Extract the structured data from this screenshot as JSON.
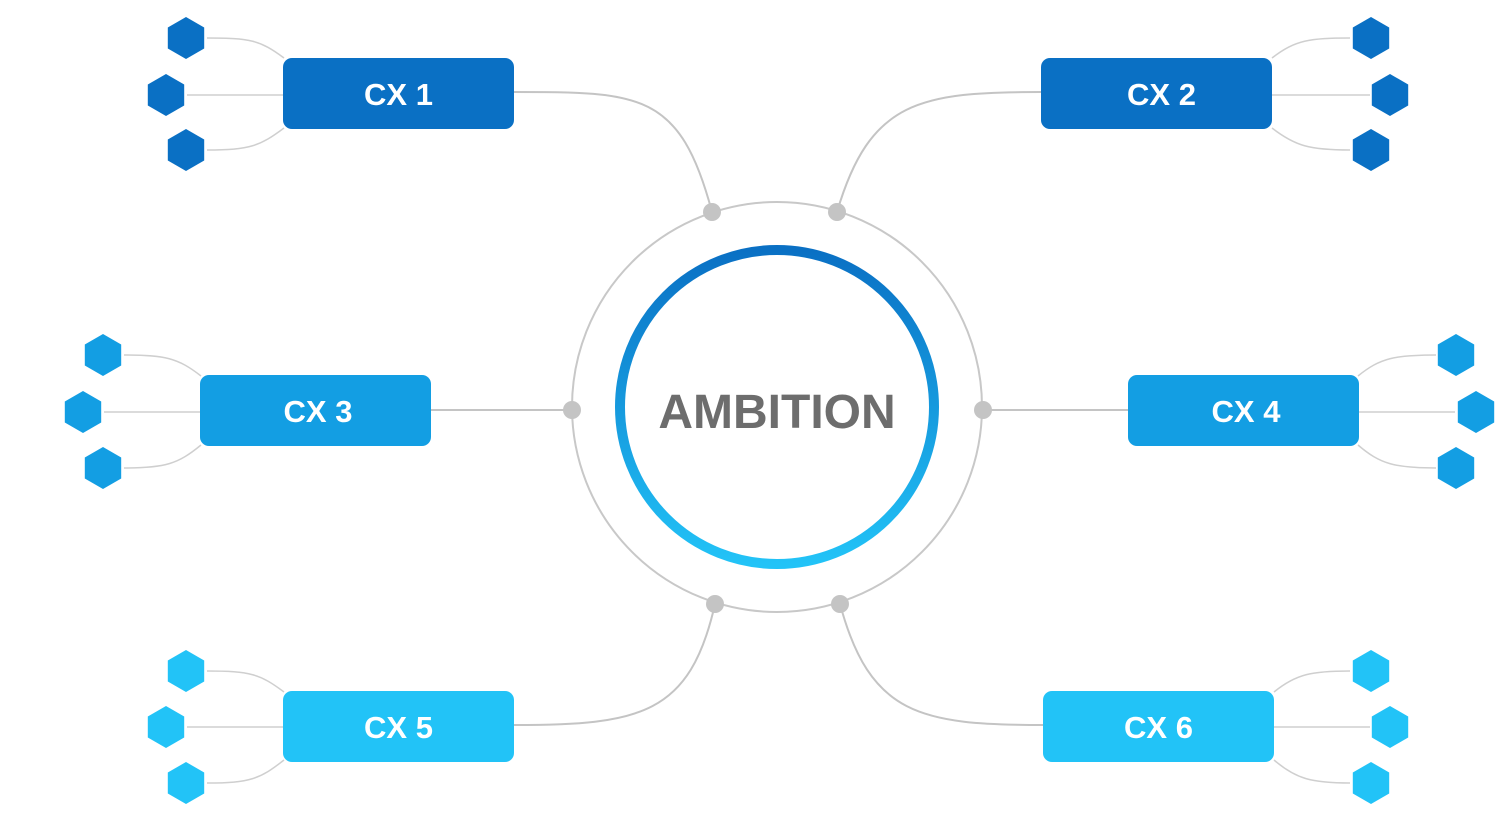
{
  "hub": {
    "label": "AMBITION",
    "text_color": "#6d6d6d",
    "ring_gradient_top": "#0a70c4",
    "ring_gradient_bottom": "#22c3f7",
    "outer_ring_color": "#c8c8c8"
  },
  "nodes": [
    {
      "id": "cx1",
      "label": "CX 1",
      "color": "#0a70c4"
    },
    {
      "id": "cx2",
      "label": "CX 2",
      "color": "#0a70c4"
    },
    {
      "id": "cx3",
      "label": "CX 3",
      "color": "#139ee3"
    },
    {
      "id": "cx4",
      "label": "CX 4",
      "color": "#139ee3"
    },
    {
      "id": "cx5",
      "label": "CX 5",
      "color": "#22c3f7"
    },
    {
      "id": "cx6",
      "label": "CX 6",
      "color": "#22c3f7"
    }
  ],
  "connector_color": "#c4c4c4"
}
